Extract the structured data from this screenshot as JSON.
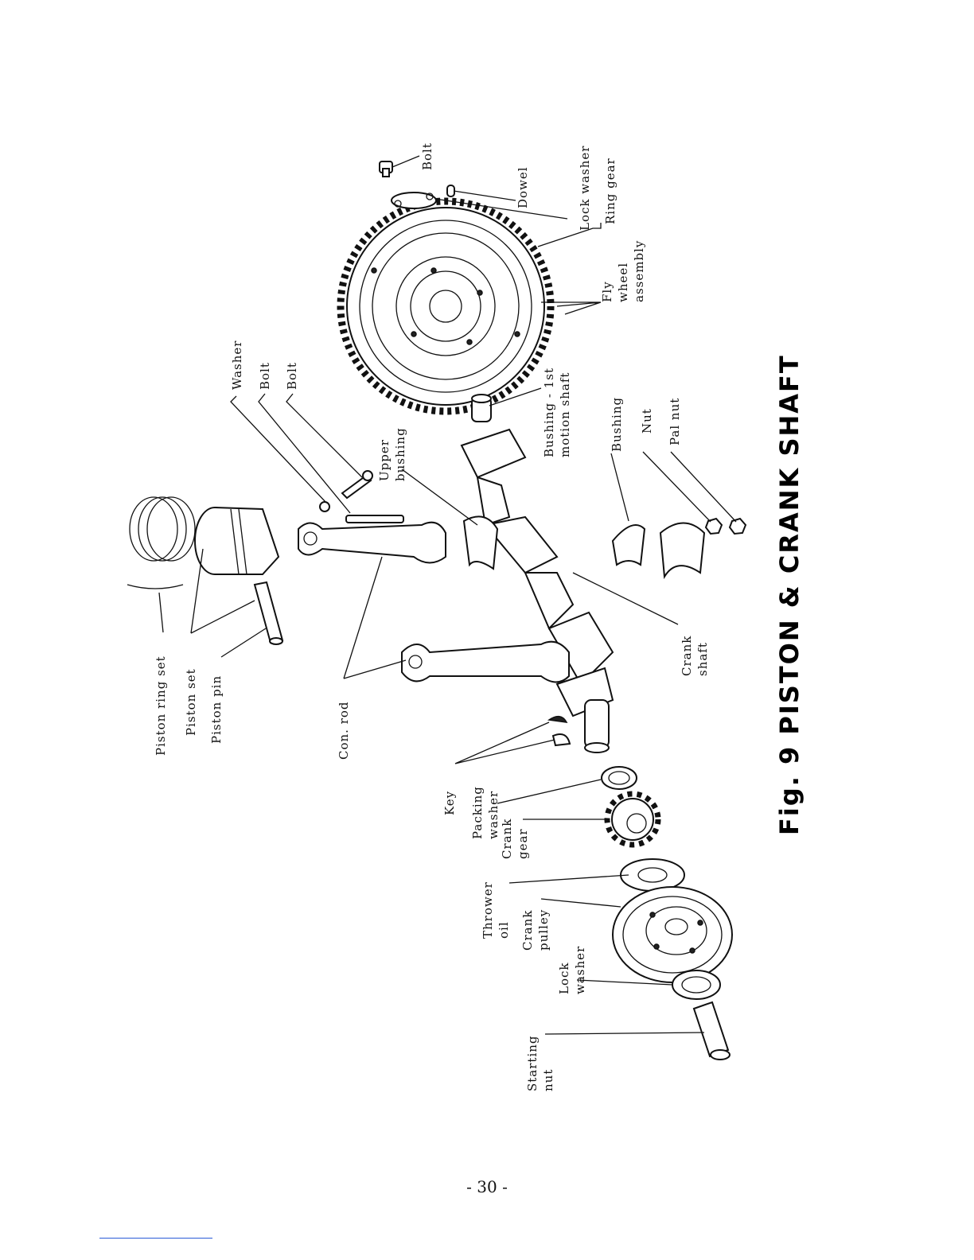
{
  "figure": {
    "title": "Fig. 9 PISTON & CRANK SHAFT"
  },
  "labels": {
    "piston_ring_set": "Piston ring set",
    "piston_set": "Piston set",
    "piston_pin": "Piston pin",
    "con_rod": "Con. rod",
    "washer": "Washer",
    "bolt_1": "Bolt",
    "bolt_2": "Bolt",
    "upper_bushing": [
      "Upper",
      "bushing"
    ],
    "bolt_3": "Bolt",
    "dowel": "Dowel",
    "lock_washer_top": "Lock washer",
    "ring_gear": "Ring gear",
    "fly_wheel": [
      "Fly",
      "wheel",
      "assembly"
    ],
    "bushing_1st": [
      "Bushing - 1st",
      "motion shaft"
    ],
    "bushing": "Bushing",
    "nut": "Nut",
    "pal_nut": "Pal nut",
    "crank_shaft": [
      "Crank",
      "shaft"
    ],
    "key": "Key",
    "packing_washer": [
      "Packing",
      "washer"
    ],
    "crank_gear": [
      "Crank",
      "gear"
    ],
    "thrower_oil": [
      "Thrower",
      "oil"
    ],
    "crank_pulley": [
      "Crank",
      "pulley"
    ],
    "lock_washer_bottom": [
      "Lock",
      "washer"
    ],
    "starting_nut": [
      "Starting",
      "nut"
    ]
  },
  "page_number": "- 30 -"
}
